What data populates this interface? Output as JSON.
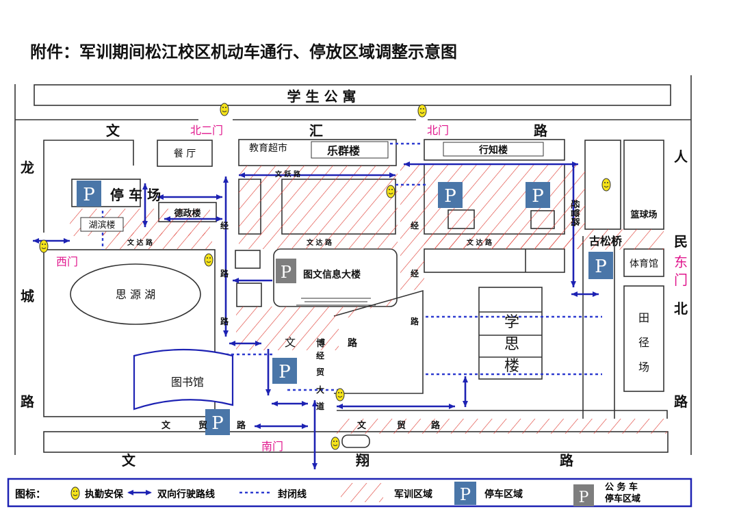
{
  "title": "附件：军训期间松江校区机动车通行、停放区域调整示意图",
  "roads": {
    "top_left_char": "文",
    "top_mid_char": "汇",
    "top_right_char": "路",
    "left": [
      "龙",
      "城",
      "路"
    ],
    "right": [
      "人",
      "民",
      "北",
      "路"
    ],
    "bottom": [
      "文",
      "翔",
      "路"
    ],
    "wenyue": "文 跃 路",
    "wenda1": "文 达 路",
    "wenda2": "文 达 路",
    "wenda3": "文 达 路",
    "wenmao_left": [
      "文",
      "贸",
      "路"
    ],
    "wenmao_right": [
      "文",
      "贸",
      "路"
    ],
    "wenbo": [
      "文",
      "博",
      "路"
    ],
    "jingmao": [
      "经",
      "贸",
      "大",
      "道"
    ],
    "jingguan1": "经管路",
    "jingguan2": "经",
    "jingguan3": "经",
    "jingguan4": "路",
    "left_inner": [
      "经",
      "路",
      "路"
    ],
    "mid_inner": [
      "经",
      "路"
    ]
  },
  "gates": {
    "north2": "北二门",
    "north": "北门",
    "west": "西门",
    "south": "南门",
    "east": [
      "东",
      "门"
    ]
  },
  "buildings": {
    "dorm": "学 生 公 寓",
    "canteen": "餐 厅",
    "supermarket": "教育超市",
    "lequn": "乐群楼",
    "xingzhi": "行知楼",
    "parking_label": "停 车 场",
    "dezheng": "德政楼",
    "hubin": "湖滨楼",
    "lake": "思 源 湖",
    "info": "图文信息大楼",
    "library": "图书馆",
    "xuesi": [
      "学",
      "思",
      "楼"
    ],
    "basketball": "篮球场",
    "gusong": "古松桥",
    "gym": "体育馆",
    "field": [
      "田",
      "径",
      "场"
    ]
  },
  "legend": {
    "label": "图标：",
    "security": "执勤安保",
    "two_way": "双向行驶路线",
    "closed": "封闭线",
    "training": "军训区域",
    "parking": "停车区域",
    "official_line1": "公 务 车",
    "official_line2": "停车区域",
    "p_letter": "P"
  },
  "colors": {
    "route": "#1d22b3",
    "closed": "#2d3bd0",
    "hatch": "#e0433a",
    "gate": "#e0158c",
    "parking": "#4a76a8",
    "official_parking": "#7e7e7e",
    "security": "#f5e31a"
  }
}
